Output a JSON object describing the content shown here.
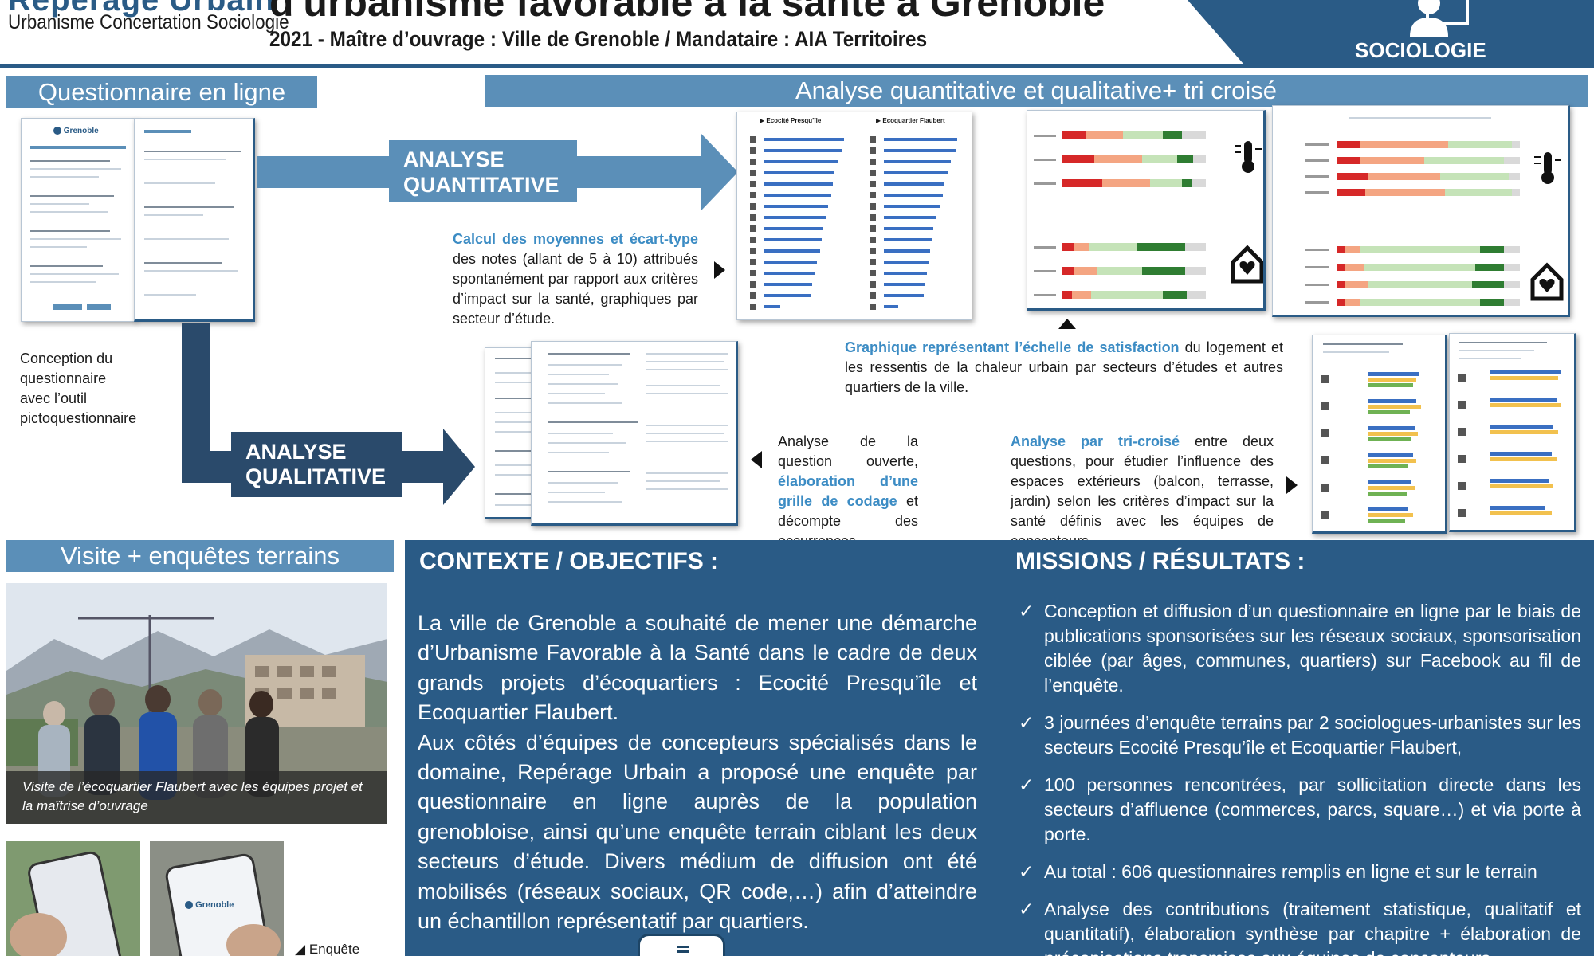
{
  "header": {
    "brand_title": "Repérage Urbain",
    "brand_subtitle": "Urbanisme Concertation Sociologie",
    "project_title": "d'urbanisme favorable à la santé à Grenoble",
    "project_subtitle": "2021 - Maître d’ouvrage : Ville de Grenoble / Mandataire : AIA Territoires",
    "badge_label": "SOCIOLOGIE"
  },
  "sections": {
    "questionnaire": "Questionnaire en ligne",
    "analyse": "Analyse quantitative et qualitative+ tri croisé",
    "visite": "Visite + enquêtes terrains"
  },
  "questionnaire": {
    "logo_text": "Grenoble",
    "caption": [
      "Conception du",
      "questionnaire",
      "avec l’outil",
      "pictoquestionnaire"
    ]
  },
  "quanti": {
    "label_line1": "ANALYSE",
    "label_line2": "QUANTITATIVE",
    "desc_highlight": "Calcul des moyennes et écart-type",
    "desc_rest": "des notes (allant de 5 à 10) attribués spontanément par rapport aux critères d’impact sur la santé, graphiques par secteur d’étude.",
    "chart_titles": [
      "Ecocité Presqu’île",
      "Ecoquartier Flaubert"
    ],
    "satisfaction_highlight": "Graphique représentant l’échelle de satisfaction",
    "satisfaction_rest": "du logement et les ressentis de la chaleur urbain par secteurs d’études et autres quartiers de la ville."
  },
  "quali": {
    "label_line1": "ANALYSE",
    "label_line2": "QUALITATIVE",
    "desc_start": "Analyse de la question ouverte,",
    "desc_highlight": "élaboration d’une grille de codage",
    "desc_end": "et décompte des occurrences"
  },
  "tri": {
    "desc_highlight": "Analyse par tri-croisé",
    "desc_rest": "entre deux questions, pour étudier l’influence des espaces extérieurs (balcon, terrasse, jardin) selon les critères d’impact sur la santé définis avec les équipes de concepteurs"
  },
  "visite": {
    "photo_caption": "Visite de l’écoquartier Flaubert avec les équipes projet et la maîtrise d’ouvrage",
    "phone_logo": "Grenoble",
    "enquete_label": "Enquête"
  },
  "contexte": {
    "heading": "CONTEXTE / OBJECTIFS :",
    "para1": "La ville de Grenoble a souhaité de mener une démarche d’Urbanisme Favorable à la Santé dans le cadre de deux grands projets d’écoquartiers : Ecocité Presqu’île et Ecoquartier Flaubert.",
    "para2": "Aux côtés d’équipes de concepteurs spécialisés dans le domaine, Repérage Urbain a proposé une enquête par questionnaire en ligne auprès de la population grenobloise, ainsi qu’une enquête terrain ciblant les deux secteurs d’étude. Divers médium de diffusion ont été mobilisés (réseaux sociaux, QR code,…) afin d’atteindre un échantillon représentatif par quartiers."
  },
  "missions": {
    "heading": "MISSIONS / RÉSULTATS :",
    "items": [
      "Conception et diffusion d’un questionnaire en ligne par le biais de publications sponsorisées sur les réseaux sociaux, sponsorisation ciblée (par âges, communes, quartiers) sur Facebook au fil de l’enquête.",
      "3 journées d’enquête terrains par 2 sociologues-urbanistes sur les secteurs Ecocité Presqu’île et Ecoquartier Flaubert,",
      "100 personnes rencontrées, par sollicitation directe dans les secteurs d’affluence (commerces, parcs, square…) et via porte à porte.",
      "Au total : 606 questionnaires remplis en ligne et sur le terrain",
      "Analyse des contributions (traitement statistique, qualitatif et quantitatif), élaboration synthèse par chapitre + élaboration de préconisations transmises aux équipes de concepteurs"
    ]
  },
  "colors": {
    "brand_blue": "#2a5b86",
    "section_blue": "#5b8fb8",
    "quali_navy": "#2a4a6b",
    "highlight_blue": "#3c8cc4"
  },
  "icons": [
    "user-icon",
    "check-icon",
    "thermometer-icon",
    "house-heart-icon",
    "play-arrow-icon",
    "scroll-icon"
  ]
}
